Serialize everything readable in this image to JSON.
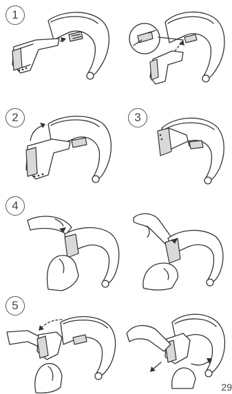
{
  "steps": [
    {
      "number": "1"
    },
    {
      "number": "2"
    },
    {
      "number": "3"
    },
    {
      "number": "4"
    },
    {
      "number": "5"
    }
  ],
  "page": {
    "number": "29"
  }
}
